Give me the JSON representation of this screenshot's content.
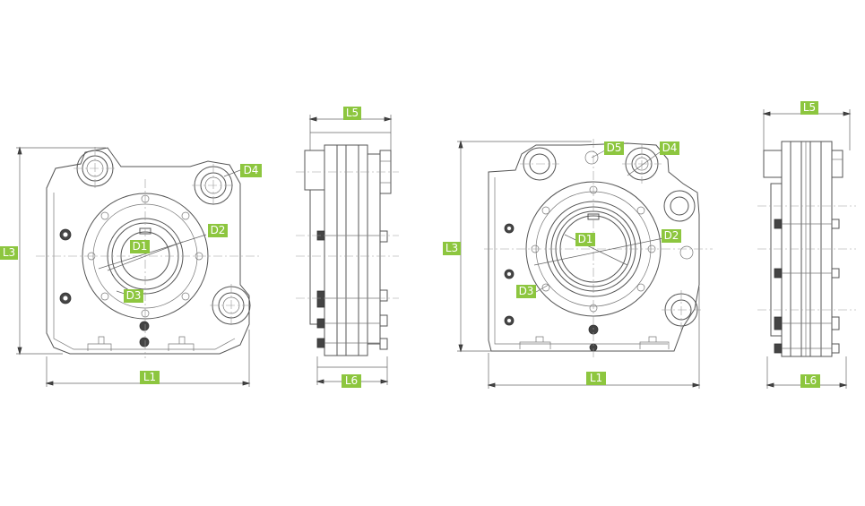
{
  "labels": {
    "L1": "L1",
    "L3": "L3",
    "L5": "L5",
    "L6": "L6",
    "D1": "D1",
    "D2": "D2",
    "D3": "D3",
    "D4": "D4",
    "D5": "D5"
  },
  "colors": {
    "tag": "#8dc63f",
    "line": "#555555",
    "centerline": "#888888",
    "background": "#ffffff"
  }
}
